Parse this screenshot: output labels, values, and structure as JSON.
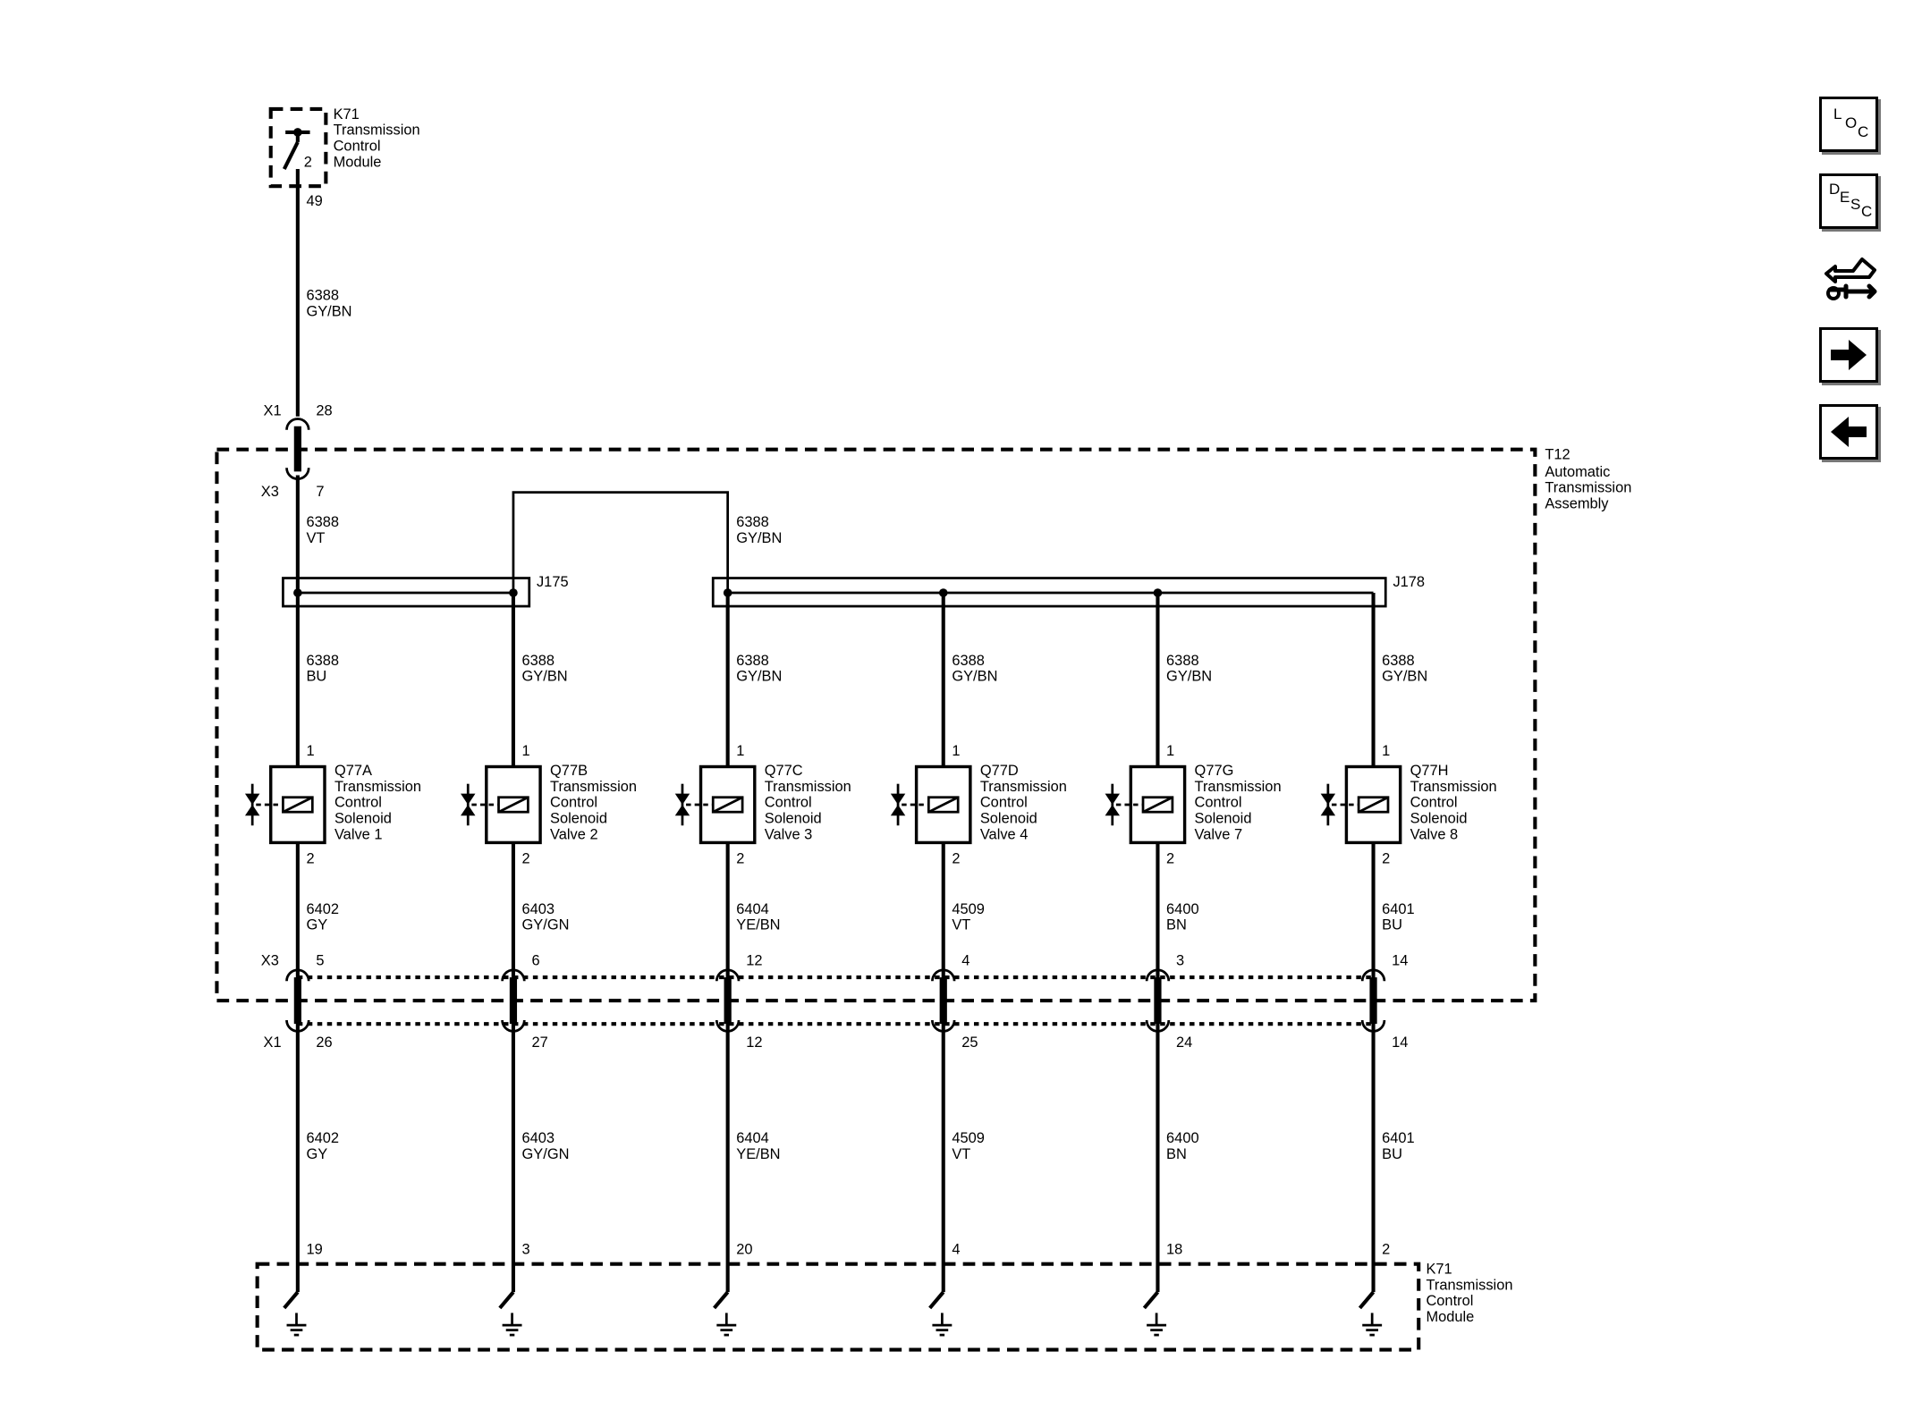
{
  "top_module": {
    "ref": "K71",
    "name_lines": [
      "Transmission",
      "Control",
      "Module"
    ],
    "inner_pin": "2",
    "pin": "49"
  },
  "feed_wire": {
    "circuit": "6388",
    "color": "GY/BN"
  },
  "x1_top": {
    "ref": "X1",
    "pin": "28"
  },
  "x3_top": {
    "ref": "X3",
    "pin": "7"
  },
  "assembly": {
    "ref": "T12",
    "name_lines": [
      "Automatic",
      "Transmission",
      "Assembly"
    ]
  },
  "wire_vt": {
    "circuit": "6388",
    "color": "VT"
  },
  "wire_right": {
    "circuit": "6388",
    "color": "GY/BN"
  },
  "splice_j175": "J175",
  "splice_j178": "J178",
  "x3_ref": "X3",
  "x1_ref": "X1",
  "bottom_module": {
    "ref": "K71",
    "name_lines": [
      "Transmission",
      "Control",
      "Module"
    ]
  },
  "valves": [
    {
      "ref": "Q77A",
      "name_lines": [
        "Transmission",
        "Control",
        "Solenoid",
        "Valve 1"
      ],
      "supply_circuit": "6388",
      "supply_color": "BU",
      "pin_in": "1",
      "pin_out": "2",
      "out_circuit": "6402",
      "out_color": "GY",
      "x3_pin": "5",
      "x1_pin": "26",
      "lower_circuit": "6402",
      "lower_color": "GY",
      "module_pin": "19"
    },
    {
      "ref": "Q77B",
      "name_lines": [
        "Transmission",
        "Control",
        "Solenoid",
        "Valve 2"
      ],
      "supply_circuit": "6388",
      "supply_color": "GY/BN",
      "pin_in": "1",
      "pin_out": "2",
      "out_circuit": "6403",
      "out_color": "GY/GN",
      "x3_pin": "6",
      "x1_pin": "27",
      "lower_circuit": "6403",
      "lower_color": "GY/GN",
      "module_pin": "3"
    },
    {
      "ref": "Q77C",
      "name_lines": [
        "Transmission",
        "Control",
        "Solenoid",
        "Valve 3"
      ],
      "supply_circuit": "6388",
      "supply_color": "GY/BN",
      "pin_in": "1",
      "pin_out": "2",
      "out_circuit": "6404",
      "out_color": "YE/BN",
      "x3_pin": "12",
      "x1_pin": "12",
      "lower_circuit": "6404",
      "lower_color": "YE/BN",
      "module_pin": "20"
    },
    {
      "ref": "Q77D",
      "name_lines": [
        "Transmission",
        "Control",
        "Solenoid",
        "Valve 4"
      ],
      "supply_circuit": "6388",
      "supply_color": "GY/BN",
      "pin_in": "1",
      "pin_out": "2",
      "out_circuit": "4509",
      "out_color": "VT",
      "x3_pin": "4",
      "x1_pin": "25",
      "lower_circuit": "4509",
      "lower_color": "VT",
      "module_pin": "4"
    },
    {
      "ref": "Q77G",
      "name_lines": [
        "Transmission",
        "Control",
        "Solenoid",
        "Valve 7"
      ],
      "supply_circuit": "6388",
      "supply_color": "GY/BN",
      "pin_in": "1",
      "pin_out": "2",
      "out_circuit": "6400",
      "out_color": "BN",
      "x3_pin": "3",
      "x1_pin": "24",
      "lower_circuit": "6400",
      "lower_color": "BN",
      "module_pin": "18"
    },
    {
      "ref": "Q77H",
      "name_lines": [
        "Transmission",
        "Control",
        "Solenoid",
        "Valve 8"
      ],
      "supply_circuit": "6388",
      "supply_color": "GY/BN",
      "pin_in": "1",
      "pin_out": "2",
      "out_circuit": "6401",
      "out_color": "BU",
      "x3_pin": "14",
      "x1_pin": "14",
      "lower_circuit": "6401",
      "lower_color": "BU",
      "module_pin": "2"
    }
  ],
  "nav": {
    "loc_letters": [
      "L",
      "O",
      "C"
    ],
    "desc_letters": [
      "D",
      "E",
      "S",
      "C"
    ],
    "items": [
      "location",
      "description",
      "connector-repair",
      "next",
      "previous"
    ]
  }
}
